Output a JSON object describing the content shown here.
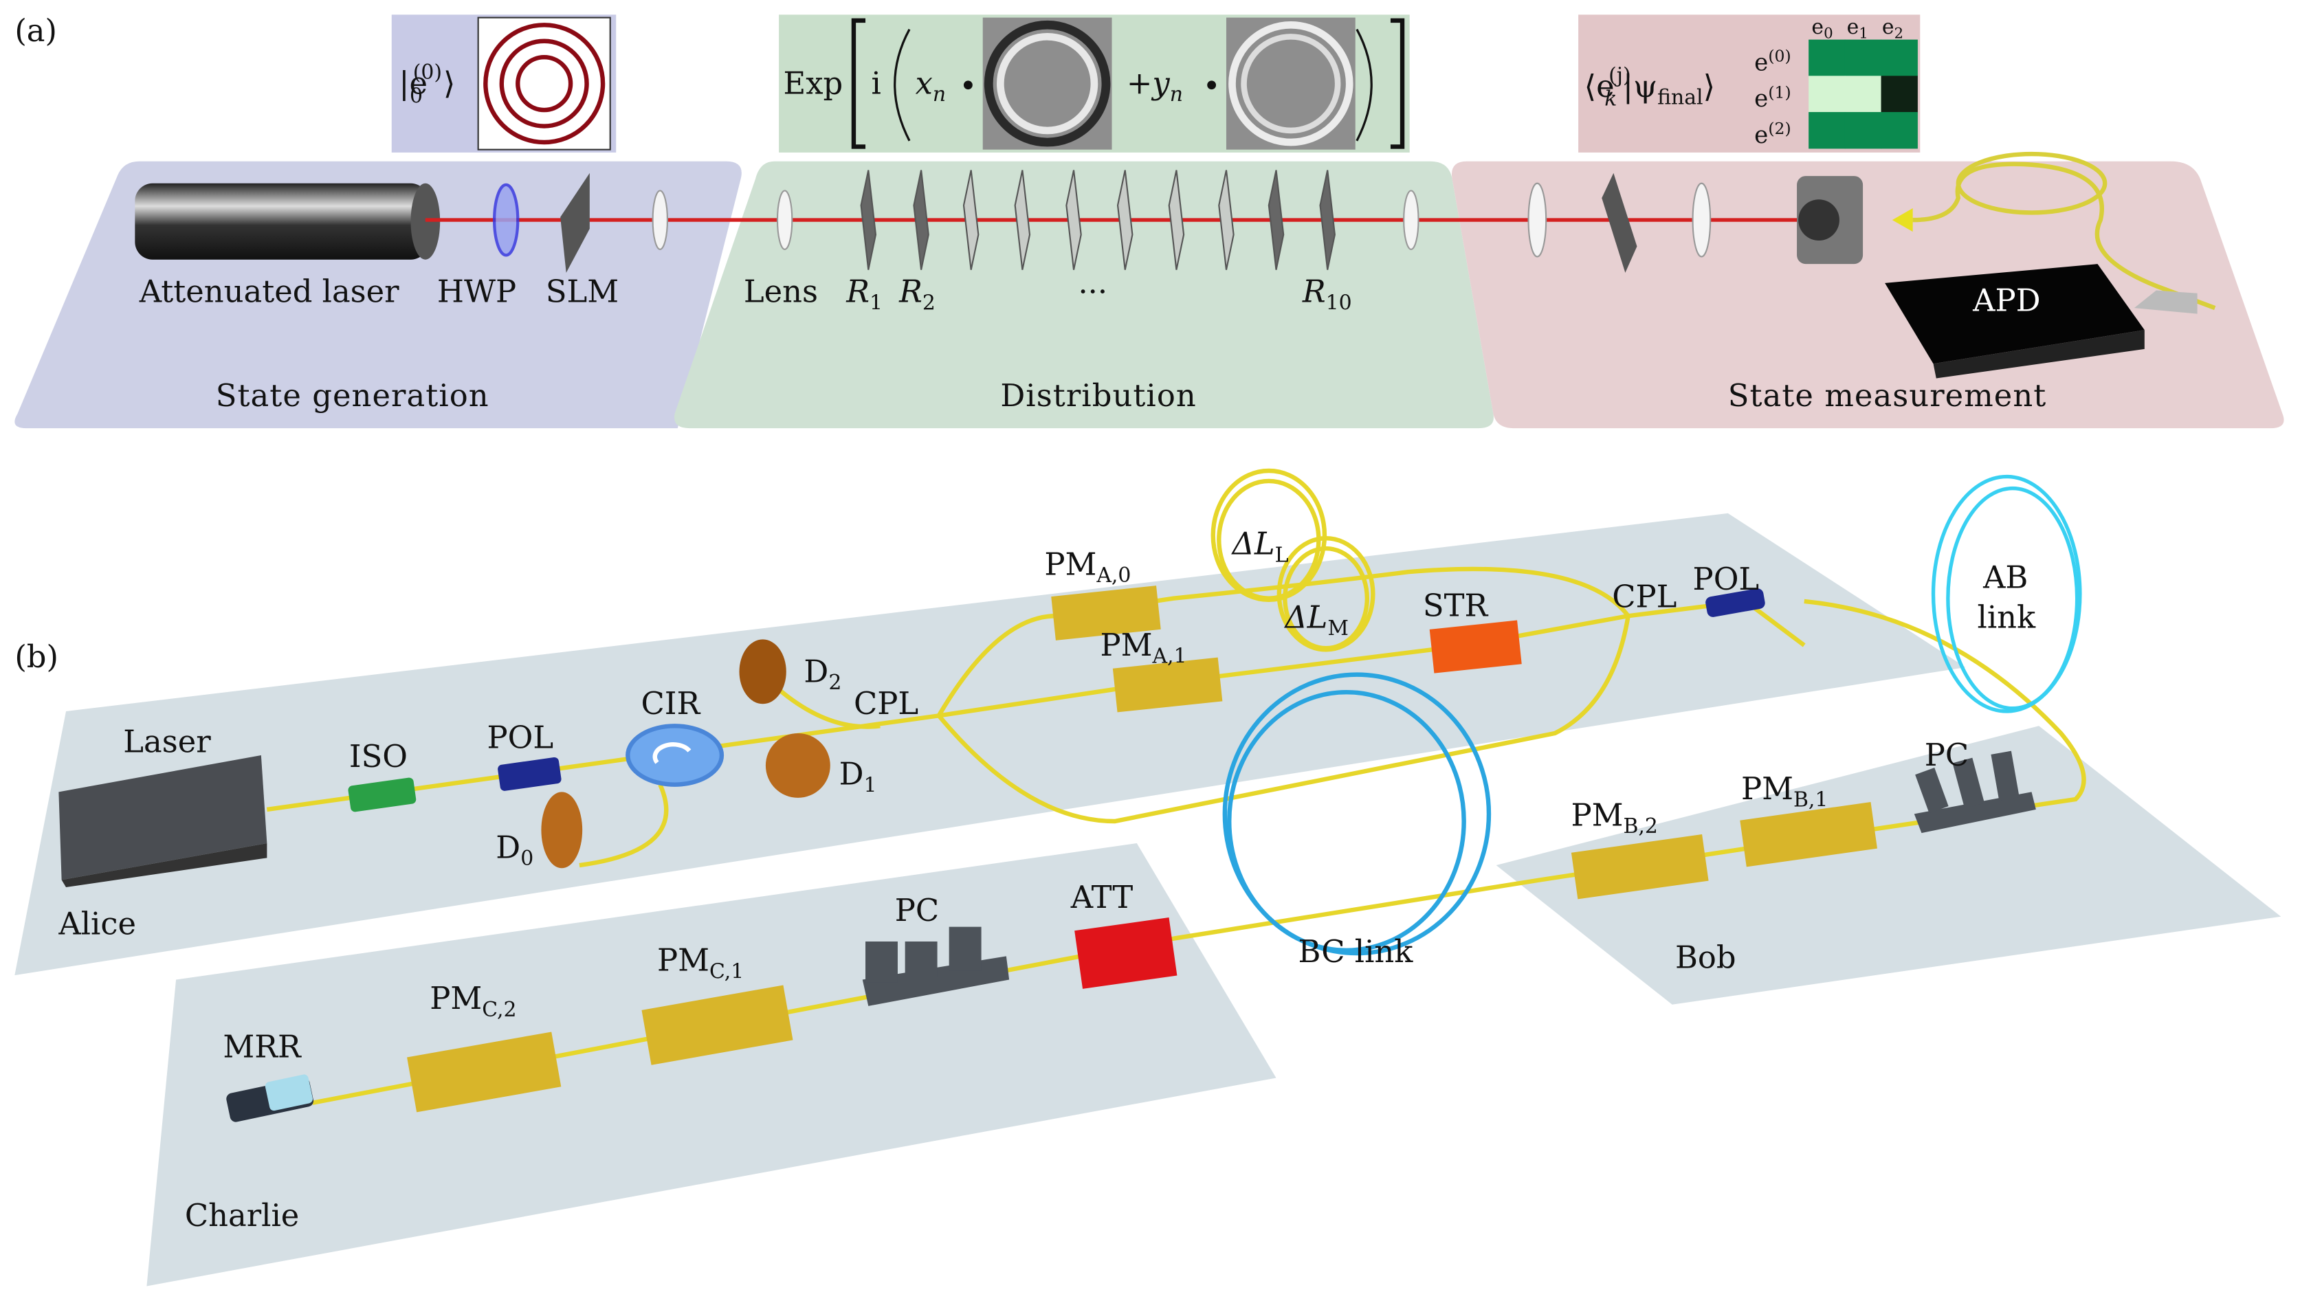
{
  "panel_a": {
    "label": "(a)",
    "sections": {
      "generation": "State generation",
      "distribution": "Distribution",
      "measurement": "State measurement"
    },
    "components": {
      "laser": "Attenuated laser",
      "hwp": "HWP",
      "slm": "SLM",
      "lens": "Lens",
      "r1": {
        "text": "R",
        "sub": "1"
      },
      "r2": {
        "text": "R",
        "sub": "2"
      },
      "dots": "···",
      "r10": {
        "text": "R",
        "sub": "10"
      },
      "apd": "APD"
    },
    "inset_state": {
      "open": "|e",
      "sup": "(0)",
      "sub": "0",
      "close": "⟩"
    },
    "inset_formula": {
      "exp": "Exp",
      "i": "i",
      "x": "x",
      "x_sub": "n",
      "plus_y": "+y",
      "y_sub": "n"
    },
    "inset_measure": {
      "open": "⟨e",
      "sup": "(j)",
      "sub": "k",
      "psi": "|ψ",
      "psi_sub": "final",
      "close": "⟩",
      "columns": [
        {
          "text": "e",
          "sub": "0"
        },
        {
          "text": "e",
          "sub": "1"
        },
        {
          "text": "e",
          "sub": "2"
        }
      ],
      "rows": [
        {
          "text": "e",
          "sup": "(0)"
        },
        {
          "text": "e",
          "sup": "(1)"
        },
        {
          "text": "e",
          "sup": "(2)"
        }
      ],
      "cell_colors": [
        [
          "#0b8a4f",
          "#0b8a4f",
          "#0b8a4f"
        ],
        [
          "#d4f4d2",
          "#d4f4d2",
          "#0f2214"
        ],
        [
          "#0b8a4f",
          "#0b8a4f",
          "#0b8a4f"
        ]
      ]
    },
    "colors": {
      "generation": "#cdd0e6",
      "distribution": "#cfe1d3",
      "measurement": "#e7d0d2",
      "beam": "#d42020"
    }
  },
  "panel_b": {
    "label": "(b)",
    "parties": {
      "alice": "Alice",
      "bob": "Bob",
      "charlie": "Charlie"
    },
    "links": {
      "ab": [
        "AB",
        "link"
      ],
      "bc": "BC link"
    },
    "alice": {
      "laser": "Laser",
      "iso": "ISO",
      "pol": "POL",
      "cir": "CIR",
      "d0": {
        "text": "D",
        "sub": "0"
      },
      "d1": {
        "text": "D",
        "sub": "1"
      },
      "d2": {
        "text": "D",
        "sub": "2"
      },
      "cpl1": "CPL",
      "pma0": {
        "text": "PM",
        "sub": "A,0"
      },
      "pma1": {
        "text": "PM",
        "sub": "A,1"
      },
      "dll": {
        "text": "ΔL",
        "sub": "L"
      },
      "dlm": {
        "text": "ΔL",
        "sub": "M"
      },
      "str": "STR",
      "cpl2": "CPL",
      "pol2": "POL"
    },
    "bob": {
      "pmb2": {
        "text": "PM",
        "sub": "B,2"
      },
      "pmb1": {
        "text": "PM",
        "sub": "B,1"
      },
      "pc": "PC"
    },
    "charlie": {
      "mrr": "MRR",
      "pmc2": {
        "text": "PM",
        "sub": "C,2"
      },
      "pmc1": {
        "text": "PM",
        "sub": "C,1"
      },
      "pc": "PC",
      "att": "ATT"
    },
    "colors": {
      "platform": "#d5dfe4",
      "fiber": "#e6d62a",
      "pm": "#d8b52a",
      "link": "#2aa5e0",
      "str": "#f05a14",
      "att": "#e0141a"
    }
  }
}
